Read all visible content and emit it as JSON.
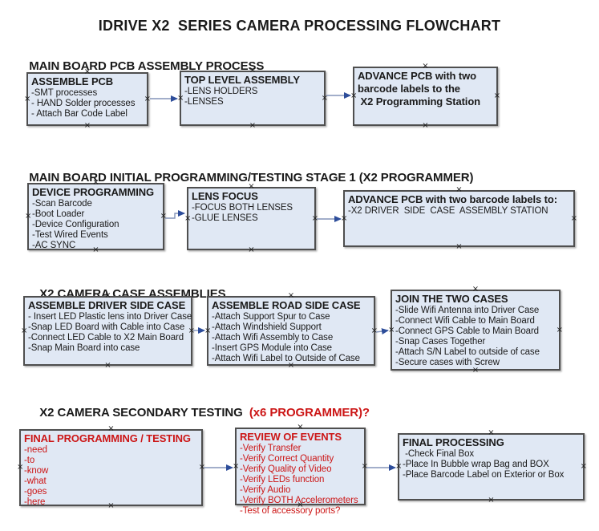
{
  "title": "IDRIVE X2  SERIES CAMERA PROCESSING FLOWCHART",
  "colors": {
    "box_fill": "#e0e8f4",
    "box_border": "#4f4f4f",
    "red_text": "#cc1616",
    "arrow_line": "#8494b8",
    "arrow_head": "#2d4d9a"
  },
  "sections": [
    {
      "heading": "MAIN BOARD PCB ASSEMBLY PROCESS",
      "heading_red": "",
      "boxes": [
        {
          "title": "ASSEMBLE PCB",
          "items": [
            "-SMT processes",
            "- HAND Solder processes",
            "- Attach Bar Code Label"
          ]
        },
        {
          "title": "TOP LEVEL ASSEMBLY",
          "items": [
            "-LENS HOLDERS",
            "-LENSES"
          ]
        },
        {
          "title": "ADVANCE PCB with two",
          "items": [
            "barcode labels to the",
            " X2 Programming Station"
          ]
        }
      ]
    },
    {
      "heading": "MAIN BOARD INITIAL PROGRAMMING/TESTING STAGE 1 (X2 PROGRAMMER)",
      "heading_red": "",
      "boxes": [
        {
          "title": "DEVICE PROGRAMMING",
          "items": [
            "-Scan Barcode",
            "-Boot Loader",
            "-Device Configuration",
            "-Test Wired Events",
            "-AC SYNC"
          ]
        },
        {
          "title": "LENS FOCUS",
          "items": [
            "-FOCUS BOTH LENSES",
            "-GLUE LENSES"
          ]
        },
        {
          "title": "ADVANCE PCB with two barcode labels to:",
          "items": [
            "-X2 DRIVER  SIDE  CASE  ASSEMBLY STATION"
          ]
        }
      ]
    },
    {
      "heading": "X2 CAMERA CASE ASSEMBLIES",
      "heading_red": "",
      "boxes": [
        {
          "title": "ASSEMBLE DRIVER SIDE CASE",
          "items": [
            "- Insert LED Plastic lens into Driver Case",
            "-Snap LED Board with Cable into Case",
            "-Connect LED Cable to X2 Main Board",
            "-Snap Main Board into case"
          ]
        },
        {
          "title": "ASSEMBLE ROAD SIDE CASE",
          "items": [
            "-Attach Support Spur to Case",
            "-Attach Windshield Support",
            "-Attach Wifi Assembly to Case",
            "-Insert GPS Module into Case",
            "-Attach Wifi Label to Outside of Case"
          ]
        },
        {
          "title": "JOIN THE TWO CASES",
          "items": [
            "-Slide Wifi Antenna into Driver Case",
            "-Connect Wifi Cable to Main Board",
            "-Connect GPS Cable to Main Board",
            "-Snap Cases Together",
            "-Attach S/N Label to outside of case",
            "-Secure cases with Screw"
          ]
        }
      ]
    },
    {
      "heading": "X2 CAMERA SECONDARY TESTING",
      "heading_red": "  (x6 PROGRAMMER)?",
      "boxes": [
        {
          "title": "FINAL PROGRAMMING / TESTING",
          "items": [
            "-need",
            "-to",
            "-know",
            "-what",
            "-goes",
            "-here"
          ]
        },
        {
          "title": "REVIEW OF EVENTS",
          "items": [
            "-Verify Transfer",
            "-Verify Correct Quantity",
            "-Verify Quality of Video",
            "-Verify LEDs function",
            "-Verify Audio",
            "-Verify BOTH Accelerometers",
            "-Test of accessory ports?"
          ]
        },
        {
          "title": "FINAL PROCESSING",
          "items": [
            " -Check Final Box",
            "-Place In Bubble wrap Bag and BOX",
            "-Place Barcode Label on Exterior or Box"
          ]
        }
      ]
    }
  ]
}
